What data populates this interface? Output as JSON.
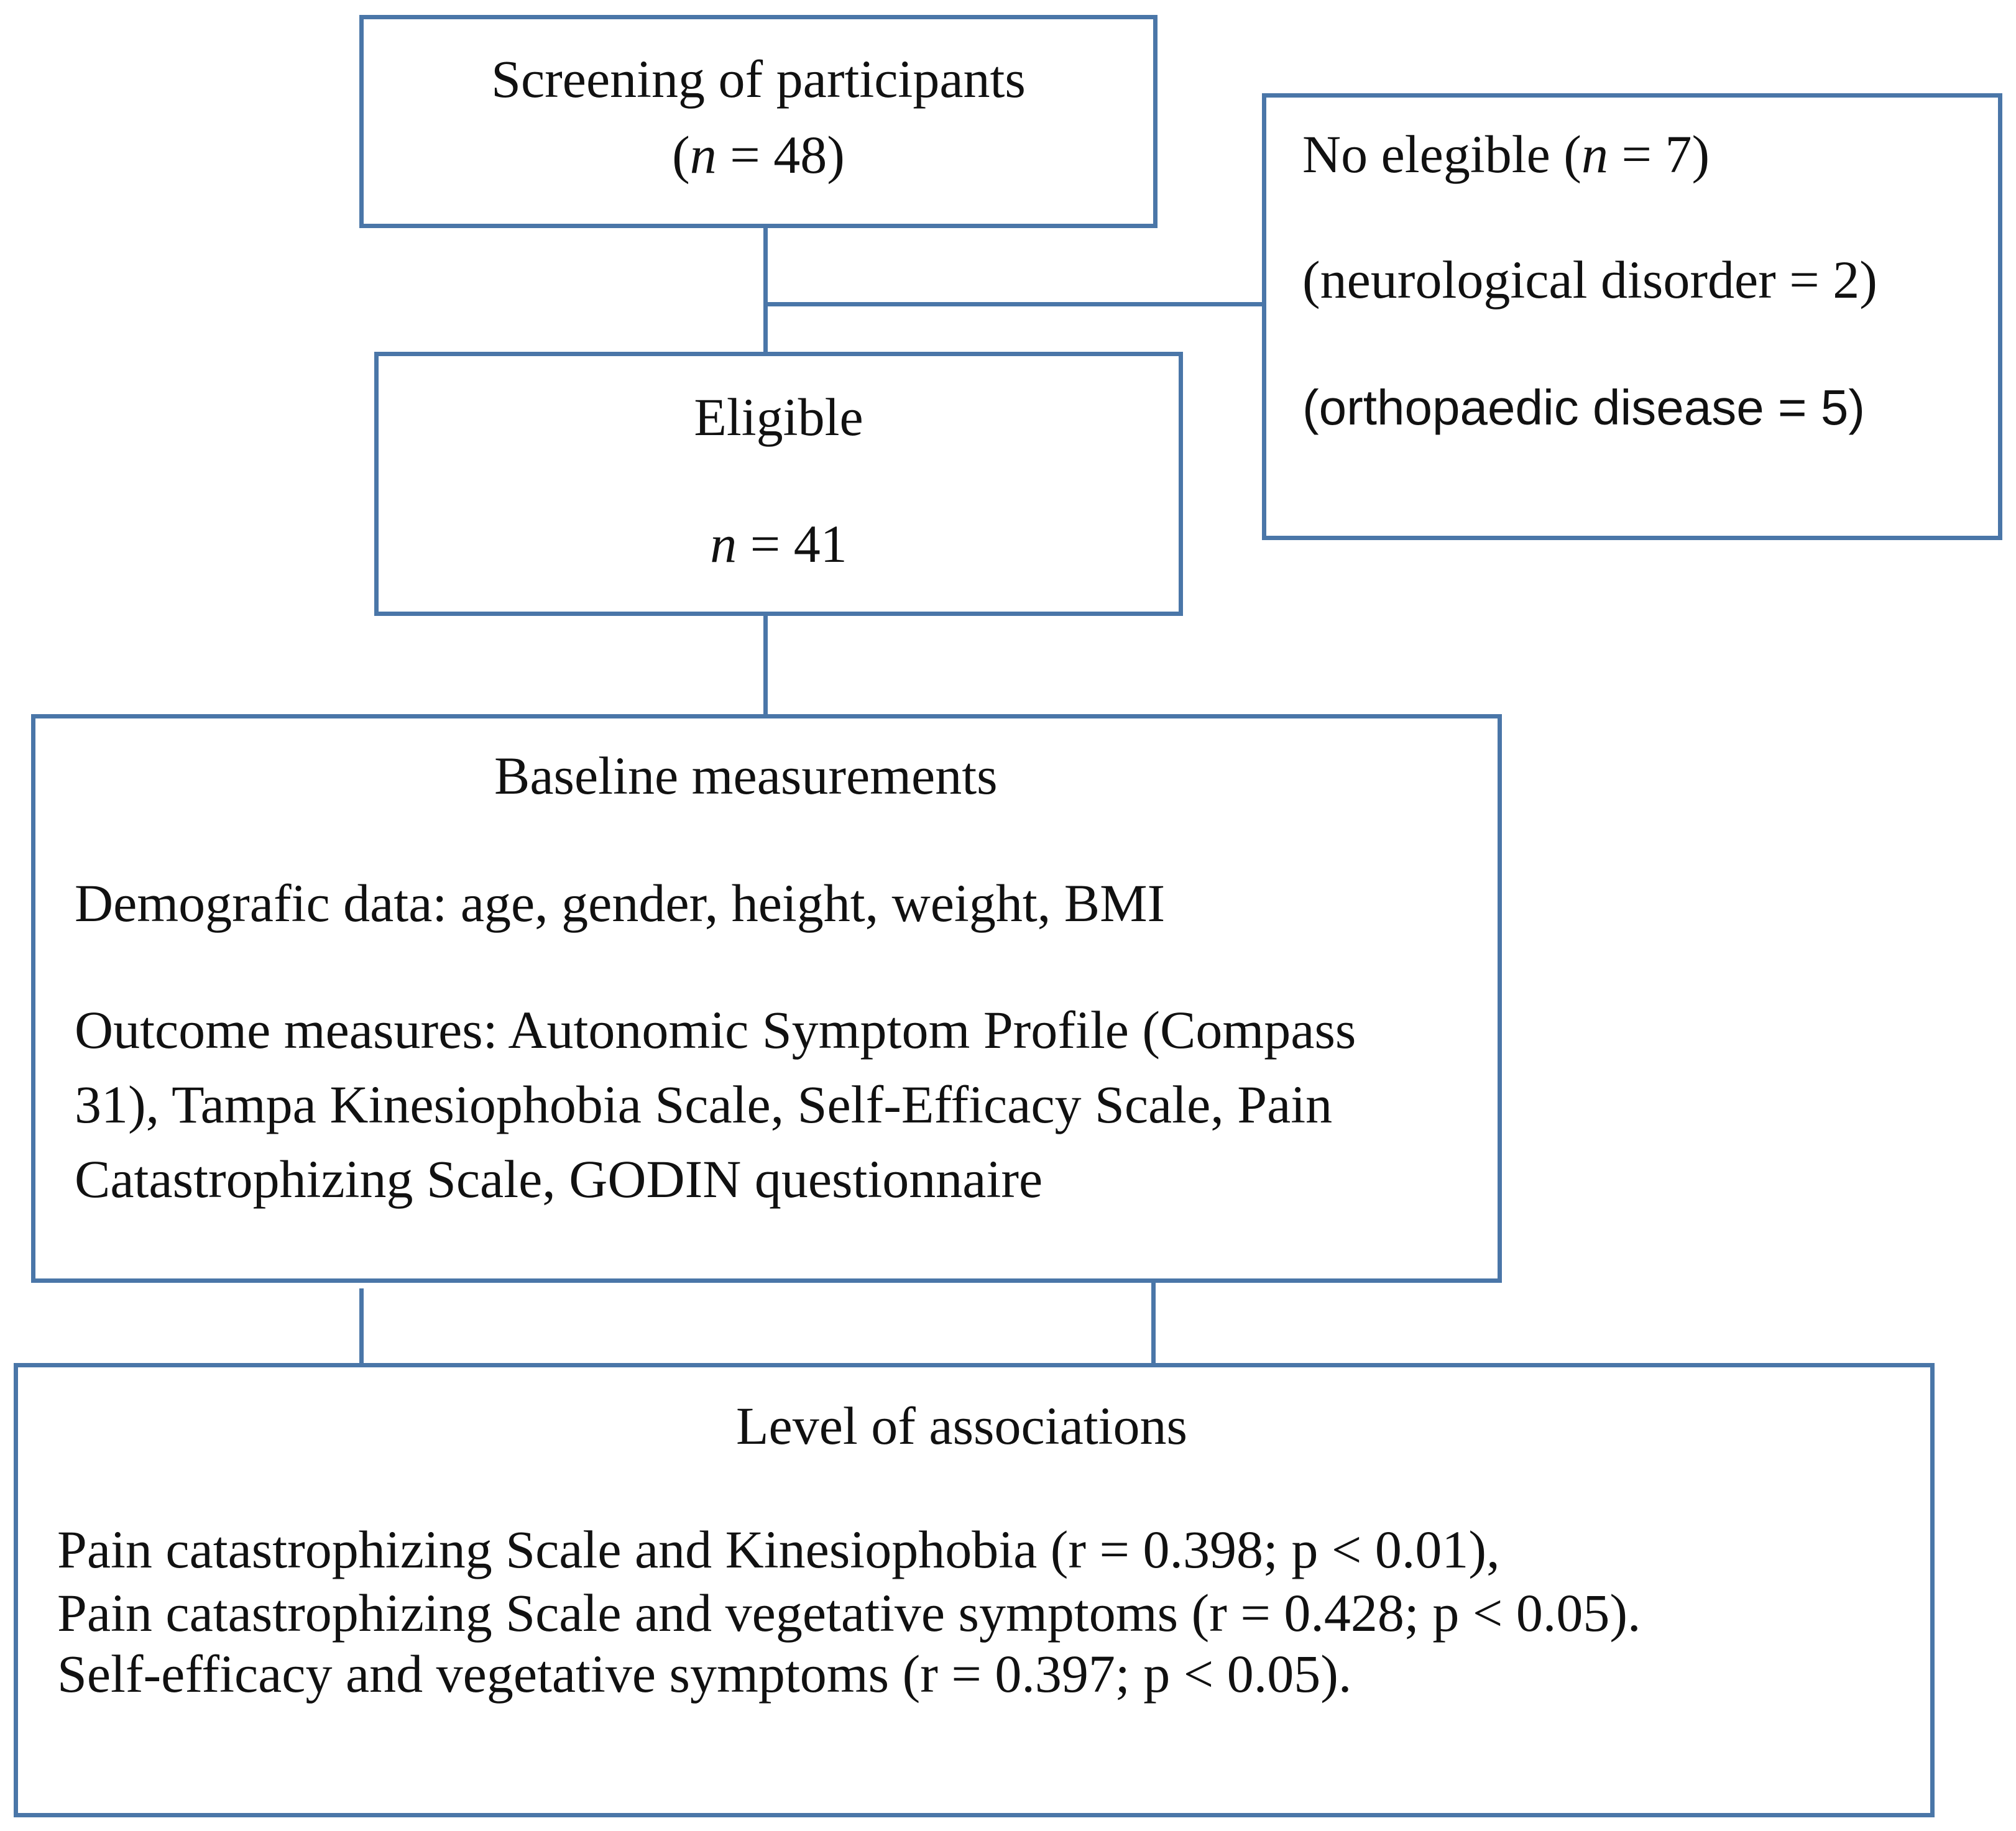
{
  "screening": {
    "title": "Screening of participants",
    "count_open": "(",
    "count_n": "n",
    "count_rest": " = 48)"
  },
  "excluded": {
    "line1_pre": "No elegible (",
    "line1_n": "n",
    "line1_post": " = 7)",
    "line2": "(neurological disorder = 2)",
    "line3": "(orthopaedic disease = 5)"
  },
  "eligible": {
    "title": "Eligible",
    "count_n": "n",
    "count_rest": " = 41"
  },
  "baseline": {
    "title": "Baseline measurements",
    "demographic": "Demografic data: age, gender, height, weight, BMI",
    "outcome_line1": "Outcome measures: Autonomic Symptom Profile (Compass",
    "outcome_line2": "31), Tampa Kinesiophobia Scale, Self-Efficacy Scale, Pain",
    "outcome_line3": "Catastrophizing Scale, GODIN questionnaire"
  },
  "associations": {
    "title": "Level of associations",
    "line1": "Pain catastrophizing Scale and Kinesiophobia (r = 0.398; p < 0.01),",
    "line2": "Pain catastrophizing Scale and vegetative symptoms (r = 0.428; p < 0.05).",
    "line3": "Self-efficacy and vegetative symptoms (r = 0.397; p < 0.05)."
  },
  "colors": {
    "stroke": "#4a76a8",
    "text": "#111111"
  }
}
